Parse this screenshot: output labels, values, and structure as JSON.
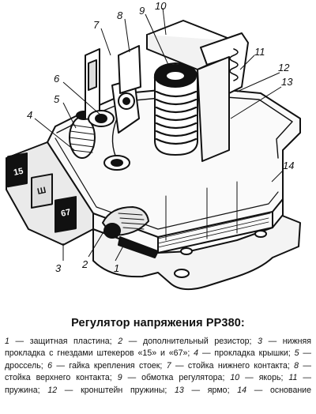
{
  "figure": {
    "callouts": [
      "1",
      "2",
      "3",
      "4",
      "5",
      "6",
      "7",
      "8",
      "9",
      "10",
      "11",
      "12",
      "13",
      "14"
    ],
    "terminals": [
      "15",
      "Ш",
      "67"
    ]
  },
  "caption": {
    "title": "Регулятор напряжения РР380:"
  },
  "legend": [
    {
      "num": "1",
      "text": "защитная пластина;"
    },
    {
      "num": "2",
      "text": "дополнительный резистор;"
    },
    {
      "num": "3",
      "text": "нижняя прокладка с гнездами штекеров «15» и «67»;"
    },
    {
      "num": "4",
      "text": "прокладка крышки;"
    },
    {
      "num": "5",
      "text": "дроссель;"
    },
    {
      "num": "6",
      "text": "гайка крепления стоек;"
    },
    {
      "num": "7",
      "text": "стойка нижнего контакта;"
    },
    {
      "num": "8",
      "text": "стойка верхнего контакта;"
    },
    {
      "num": "9",
      "text": "обмотка регулятора;"
    },
    {
      "num": "10",
      "text": "якорь;"
    },
    {
      "num": "11",
      "text": "пружина;"
    },
    {
      "num": "12",
      "text": "кронштейн пружины;"
    },
    {
      "num": "13",
      "text": "ярмо;"
    },
    {
      "num": "14",
      "text": "основание"
    }
  ]
}
